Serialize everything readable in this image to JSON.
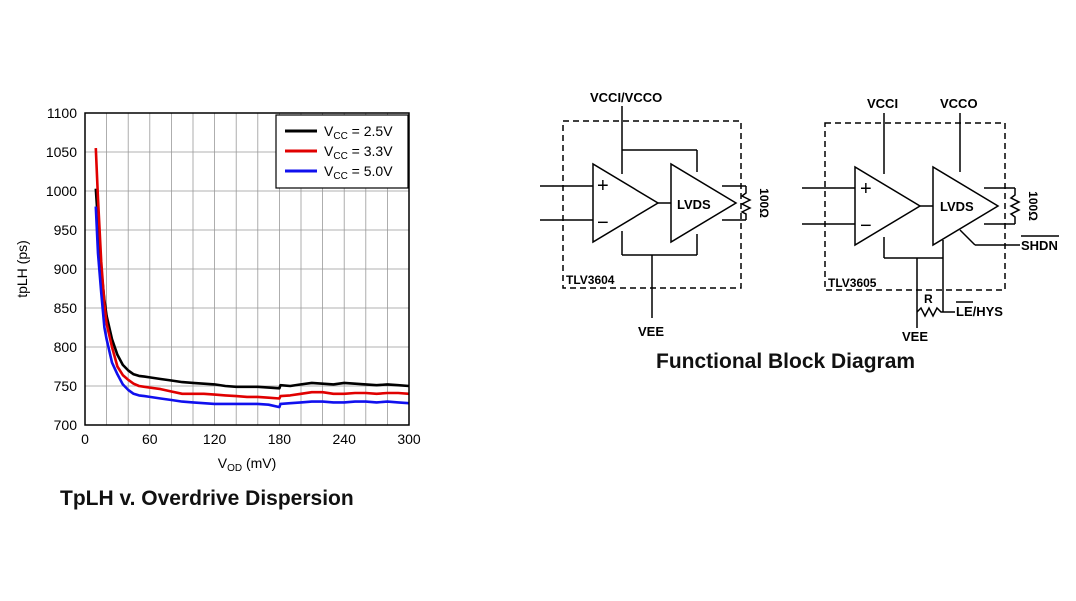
{
  "chart_data": {
    "type": "line",
    "xlabel": "VOD (mV)",
    "ylabel": "tpLH (ps)",
    "xlim": [
      0,
      300
    ],
    "ylim": [
      700,
      1100
    ],
    "xticks": [
      0,
      60,
      120,
      180,
      240,
      300
    ],
    "yticks": [
      700,
      750,
      800,
      850,
      900,
      950,
      1000,
      1050,
      1100
    ],
    "grid": true,
    "legend_position": "top-right",
    "series": [
      {
        "name": "VCC = 2.5V",
        "color": "#000000",
        "x": [
          10,
          12,
          15,
          18,
          20,
          25,
          30,
          35,
          40,
          45,
          50,
          55,
          60,
          70,
          80,
          90,
          100,
          110,
          120,
          130,
          140,
          150,
          160,
          170,
          180,
          181,
          190,
          200,
          210,
          220,
          230,
          240,
          250,
          260,
          270,
          280,
          290,
          300
        ],
        "y": [
          1003,
          960,
          900,
          860,
          840,
          810,
          790,
          777,
          770,
          765,
          763,
          762,
          761,
          759,
          757,
          755,
          754,
          753,
          752,
          750,
          749,
          749,
          749,
          748,
          747,
          751,
          750,
          752,
          754,
          753,
          752,
          754,
          753,
          752,
          751,
          752,
          751,
          750
        ]
      },
      {
        "name": "VCC = 3.3V",
        "color": "#e00000",
        "x": [
          10,
          12,
          15,
          18,
          20,
          25,
          30,
          35,
          40,
          45,
          50,
          55,
          60,
          70,
          80,
          90,
          100,
          110,
          120,
          130,
          140,
          150,
          160,
          170,
          180,
          181,
          190,
          200,
          210,
          220,
          230,
          240,
          250,
          260,
          270,
          280,
          290,
          300
        ],
        "y": [
          1055,
          990,
          910,
          855,
          830,
          800,
          775,
          764,
          758,
          753,
          750,
          749,
          748,
          746,
          743,
          740,
          740,
          740,
          739,
          738,
          737,
          736,
          736,
          735,
          734,
          737,
          738,
          740,
          742,
          742,
          740,
          740,
          741,
          741,
          740,
          741,
          741,
          740
        ]
      },
      {
        "name": "VCC = 5.0V",
        "color": "#1010ee",
        "x": [
          10,
          12,
          15,
          18,
          20,
          25,
          30,
          35,
          40,
          45,
          50,
          55,
          60,
          70,
          80,
          90,
          100,
          110,
          120,
          130,
          140,
          150,
          160,
          170,
          180,
          181,
          190,
          200,
          210,
          220,
          230,
          240,
          250,
          260,
          270,
          280,
          290,
          300
        ],
        "y": [
          980,
          920,
          870,
          825,
          810,
          780,
          765,
          752,
          745,
          740,
          738,
          737,
          736,
          734,
          732,
          730,
          729,
          728,
          727,
          727,
          727,
          727,
          727,
          726,
          723,
          727,
          728,
          729,
          730,
          730,
          729,
          729,
          730,
          730,
          729,
          730,
          729,
          728
        ]
      }
    ]
  },
  "chart_text": {
    "ylabel": "tpLH (ps)",
    "xlabel_main": "V",
    "xlabel_sub": "OD",
    "xlabel_tail": " (mV)",
    "legend": [
      {
        "prefix": "V",
        "sub": "CC",
        "suffix": " = 2.5V"
      },
      {
        "prefix": "V",
        "sub": "CC",
        "suffix": " = 3.3V"
      },
      {
        "prefix": "V",
        "sub": "CC",
        "suffix": " = 5.0V"
      }
    ]
  },
  "captions": {
    "chart": "TpLH v. Overdrive Dispersion",
    "diagram": "Functional Block Diagram"
  },
  "diagram": {
    "left": {
      "supply": "VCCI/VCCO",
      "ground": "VEE",
      "part": "TLV3604",
      "block": "LVDS",
      "plus": "+",
      "minus": "−",
      "resistor": "100Ω"
    },
    "right": {
      "supply_in": "VCCI",
      "supply_out": "VCCO",
      "ground": "VEE",
      "part": "TLV3605",
      "block": "LVDS",
      "plus": "+",
      "minus": "−",
      "resistor": "100Ω",
      "shutdown": "SHDN",
      "latch_hys": "LE/HYS",
      "r_label": "R"
    }
  }
}
